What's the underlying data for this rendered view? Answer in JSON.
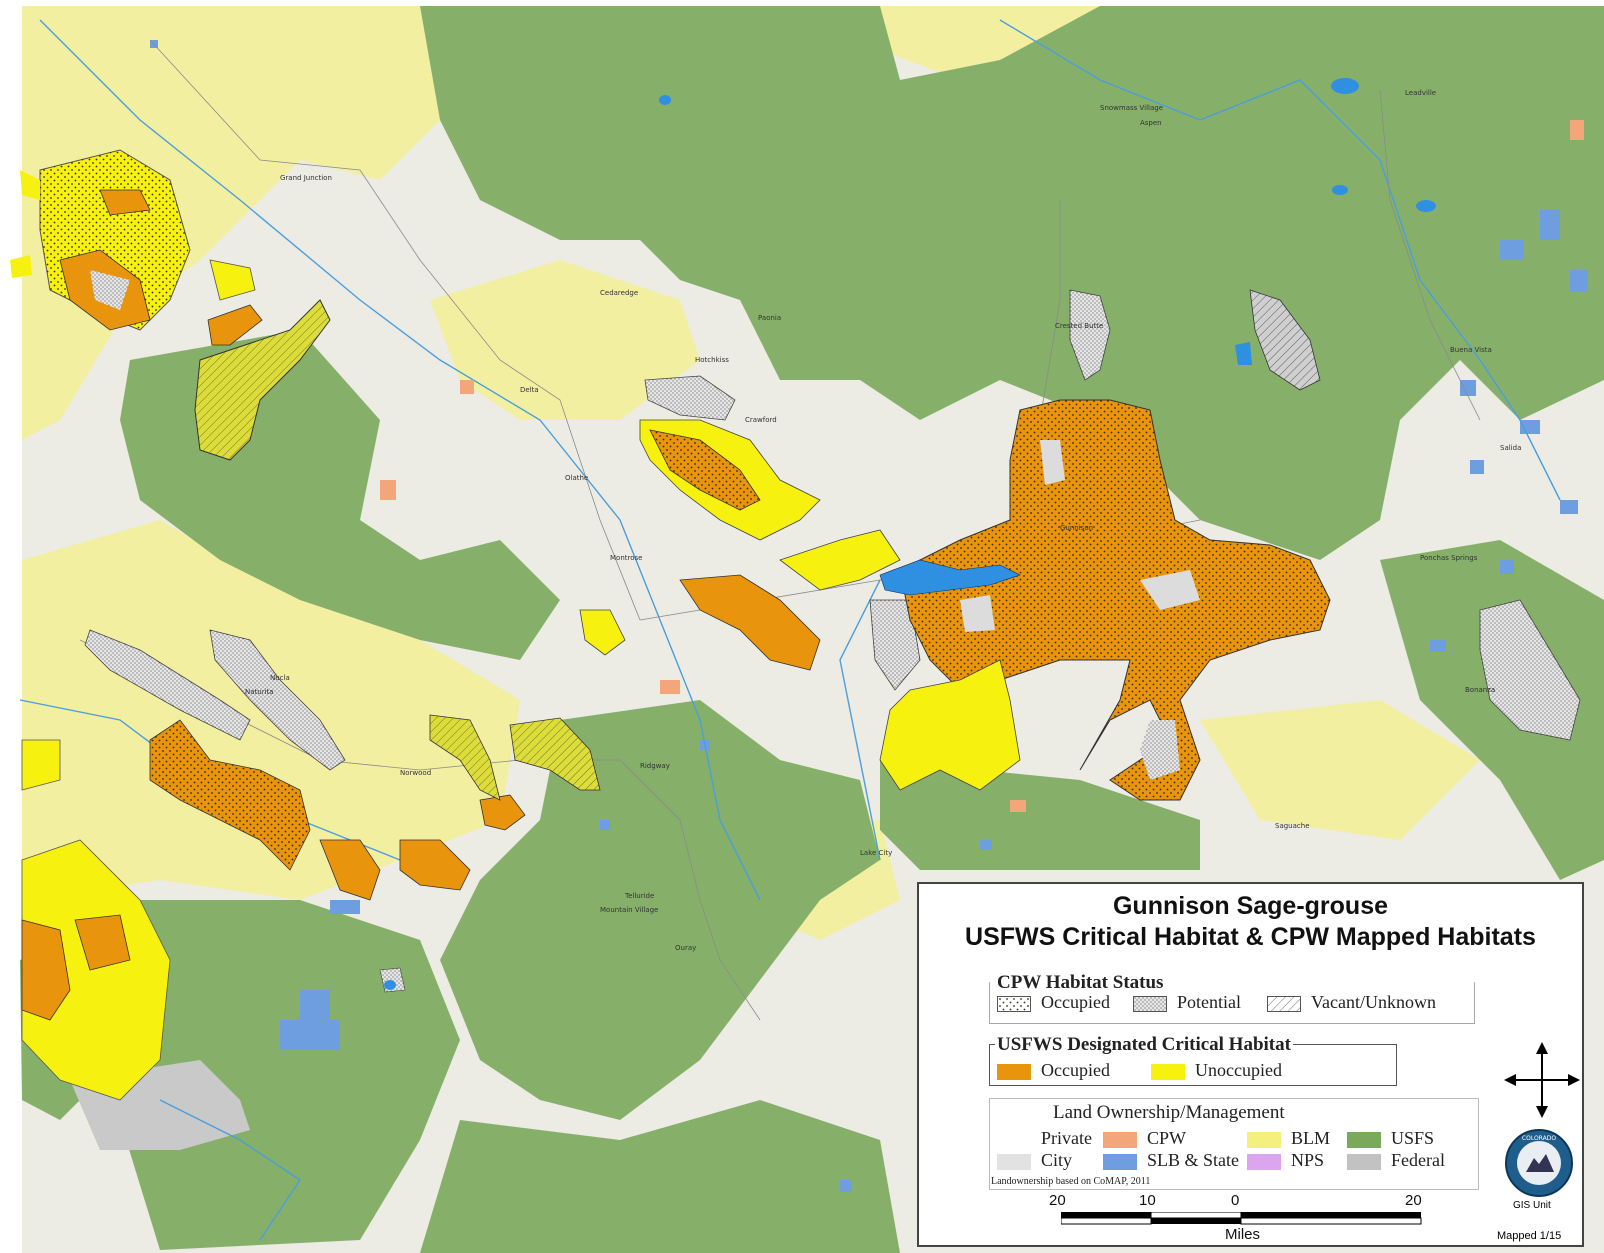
{
  "legend": {
    "title_line1": "Gunnison Sage-grouse",
    "title_line2": "USFWS Critical Habitat & CPW Mapped Habitats",
    "cpw_group": {
      "title": "CPW Habitat Status",
      "items": [
        {
          "label": "Occupied",
          "pattern": "stipple"
        },
        {
          "label": "Potential",
          "pattern": "dense-stipple"
        },
        {
          "label": "Vacant/Unknown",
          "pattern": "hatch"
        }
      ]
    },
    "usfws_group": {
      "title": "USFWS Designated Critical Habitat",
      "items": [
        {
          "label": "Occupied",
          "color": "#e8940c"
        },
        {
          "label": "Unoccupied",
          "color": "#f6f10f"
        }
      ]
    },
    "land_group": {
      "title": "Land Ownership/Management",
      "items": [
        {
          "label": "Private",
          "color": "#ffffff"
        },
        {
          "label": "City",
          "color": "#e2e2e2"
        },
        {
          "label": "CPW",
          "color": "#f2a67a"
        },
        {
          "label": "SLB & State",
          "color": "#6e9de0"
        },
        {
          "label": "BLM",
          "color": "#f5f07e"
        },
        {
          "label": "NPS",
          "color": "#dca6ee"
        },
        {
          "label": "USFS",
          "color": "#7aa95c"
        },
        {
          "label": "Federal",
          "color": "#c2c2c2"
        }
      ],
      "source_note": "Landownership based on CoMAP, 2011"
    },
    "scale": {
      "ticks": [
        "20",
        "10",
        "0",
        "20"
      ],
      "unit": "Miles"
    },
    "logo_text": "COLORADO PARKS & WILDLIFE",
    "gis_unit": "GIS Unit",
    "mapped_date": "Mapped 1/15"
  },
  "map": {
    "colors": {
      "background": "#ecebe4",
      "usfs": "#86b06a",
      "blm": "#f3efa0",
      "occupied": "#e8940c",
      "unoccupied": "#f6f10f",
      "potential": "#d4d4d4",
      "water": "#2f8fe0"
    },
    "place_labels": [
      "Grand Junction",
      "Delta",
      "Montrose",
      "Gunnison",
      "Crawford",
      "Hotchkiss",
      "Paonia",
      "Ridgway",
      "Norwood",
      "Naturita",
      "Nucla",
      "Telluride",
      "Ouray",
      "Lake City",
      "Saguache",
      "Salida",
      "Buena Vista",
      "Leadville",
      "Aspen",
      "Crested Butte",
      "Cedaredge",
      "Olathe",
      "Ponchas Springs",
      "Bonanza",
      "Mountain Village",
      "Snowmass Village"
    ]
  }
}
